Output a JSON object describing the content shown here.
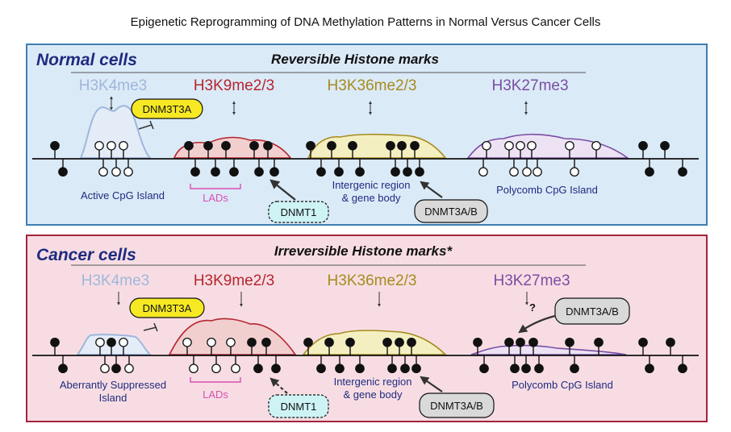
{
  "title": "Epigenetic Reprogramming of DNA Methylation Patterns in Normal Versus Cancer Cells",
  "colors": {
    "h3k4": "#9fb7db",
    "h3k9": "#b5252f",
    "h3k36": "#a68b1e",
    "h3k27": "#7a4ea3",
    "lads": "#d94fb5",
    "navy": "#1f2b80",
    "normal_bg": "#dbeaf7",
    "normal_border": "#3e7eb0",
    "cancer_bg": "#f7dde3",
    "cancer_border": "#a3243a"
  },
  "normal": {
    "panel_label": "Normal cells",
    "subtitle": "Reversible Histone marks",
    "marks": {
      "h3k4": "H3K4me3",
      "h3k9": "H3K9me2/3",
      "h3k36": "H3K36me2/3",
      "h3k27": "H3K27me3"
    },
    "dnmt3a": "DNM3T3A",
    "dnmt1": "DNMT1",
    "dnmt3ab": "DNMT3A/B",
    "labels": {
      "active_island": "Active CpG Island",
      "lads": "LADs",
      "intergenic_1": "Intergenic region",
      "intergenic_2": "& gene body",
      "polycomb": "Polycomb CpG Island"
    }
  },
  "cancer": {
    "panel_label": "Cancer cells",
    "subtitle": "Irreversible Histone marks*",
    "marks": {
      "h3k4": "H3K4me3",
      "h3k9": "H3K9me2/3",
      "h3k36": "H3K36me2/3",
      "h3k27": "H3K27me3"
    },
    "question": "?",
    "dnmt3a": "DNM3T3A",
    "dnmt1": "DNMT1",
    "dnmt3ab_1": "DNMT3A/B",
    "dnmt3ab_2": "DNMT3A/B",
    "labels": {
      "suppressed_1": "Aberrantly Suppressed",
      "suppressed_2": "Island",
      "lads": "LADs",
      "intergenic_1": "Intergenic region",
      "intergenic_2": "& gene body",
      "polycomb": "Polycomb CpG Island"
    }
  }
}
